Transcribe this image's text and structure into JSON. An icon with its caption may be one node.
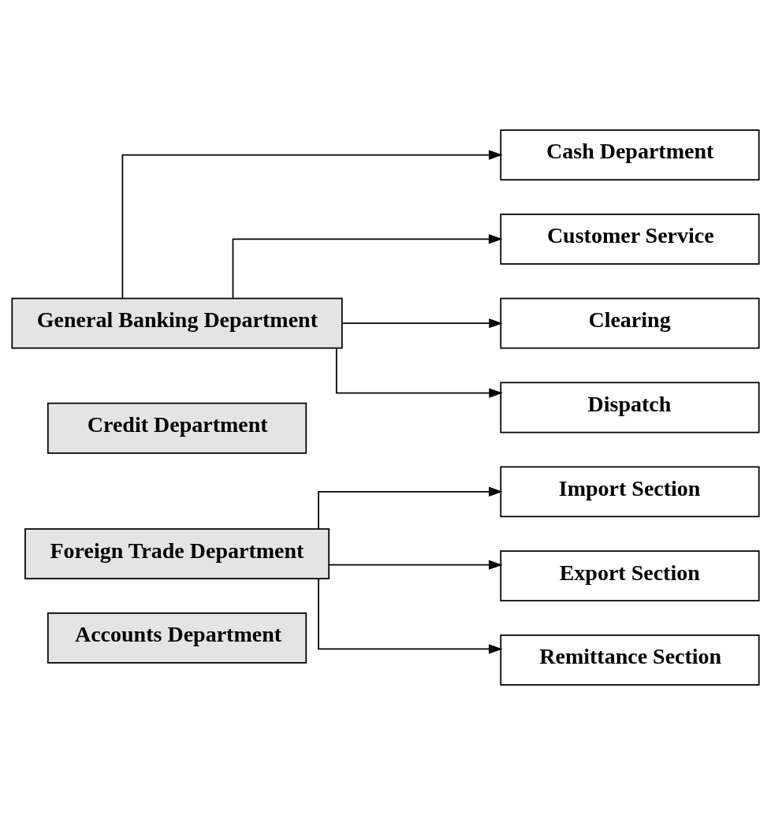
{
  "diagram": {
    "nodes": [
      {
        "text": [
          "General Banking Department"
        ]
      },
      {
        "text": [
          "Cash Department"
        ]
      },
      {
        "text": [
          "Customer Service"
        ]
      },
      {
        "text": [
          "Clearing"
        ]
      },
      {
        "text": [
          "Dispatch"
        ]
      },
      {
        "text": [
          "Credit Department"
        ]
      },
      {
        "text": [
          "Foreign Trade Department"
        ]
      },
      {
        "text": [
          "Import Section"
        ]
      },
      {
        "text": [
          "Export Section"
        ]
      },
      {
        "text": [
          "Remittance Section"
        ]
      },
      {
        "text": [
          "Accounts Department"
        ]
      }
    ],
    "edges": [
      {
        "from": 0,
        "to": 1,
        "arrow": "to"
      },
      {
        "from": 0,
        "to": 2,
        "arrow": "to"
      },
      {
        "from": 0,
        "to": 3,
        "arrow": "to"
      },
      {
        "from": 0,
        "to": 4,
        "arrow": "to"
      },
      {
        "from": 6,
        "to": 7,
        "arrow": "to"
      },
      {
        "from": 6,
        "to": 8,
        "arrow": "to"
      },
      {
        "from": 6,
        "to": 9,
        "arrow": "to"
      }
    ]
  }
}
